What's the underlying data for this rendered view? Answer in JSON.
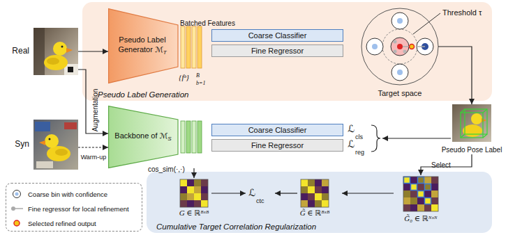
{
  "diagram": {
    "nodes": [
      {
        "text": [
          "Pseudo Label Generation"
        ]
      },
      {
        "text": [
          "Pseudo Label Generator ℳ",
          "T"
        ],
        "in": 0
      },
      {
        "text": [
          "Coarse Classifier"
        ],
        "in": 0
      },
      {
        "text": [
          "Fine Regressor"
        ],
        "in": 0
      },
      {
        "text": [
          "Target space"
        ],
        "in": 0
      },
      {
        "text": [
          "Real"
        ]
      },
      {
        "text": [
          "Syn"
        ]
      },
      {
        "text": [
          "Backbone of ℳ",
          "S"
        ]
      },
      {
        "text": [
          "Coarse Classifier"
        ]
      },
      {
        "text": [
          "Fine Regressor"
        ]
      },
      {
        "text": [
          "Pseudo Pose Label"
        ]
      },
      {
        "text": [
          "Cumulative Target Correlation Regularization"
        ]
      },
      {
        "text": [
          "G ∈ ℝᴮˣᴮ"
        ],
        "in": 11
      },
      {
        "text": [
          "G̃ ∈ ℝᴮˣᴮ"
        ],
        "in": 11
      },
      {
        "text": [
          "G̃₀ ∈ ℝᴺˣᴺ"
        ],
        "in": 11
      }
    ],
    "edges": [
      {
        "from": 5,
        "to": 1,
        "arrow": "to"
      },
      {
        "from": 5,
        "to": 7,
        "label": "Augmentation",
        "arrow": "to"
      },
      {
        "from": 6,
        "to": 7,
        "label": "Warm-up",
        "arrow": "to"
      },
      {
        "from": 4,
        "to": 10,
        "arrow": "to"
      },
      {
        "from": 10,
        "to": 14,
        "label": "Select",
        "arrow": "to"
      },
      {
        "from": 14,
        "to": 13,
        "arrow": "to"
      },
      {
        "from": 7,
        "to": 12,
        "label": "cos_sim(·,·)",
        "arrow": "to"
      }
    ],
    "labels": [
      "Batched Features",
      "{fᵇ}",
      "B",
      "b=1",
      "Threshold τ",
      "ℒ",
      "cls",
      "ℒ",
      "reg",
      "ℒ",
      "ctc"
    ],
    "legend": [
      {
        "text": "Coarse bin with confidence"
      },
      {
        "text": "Fine regressor for local refinement"
      },
      {
        "text": "Selected refined output"
      }
    ]
  }
}
